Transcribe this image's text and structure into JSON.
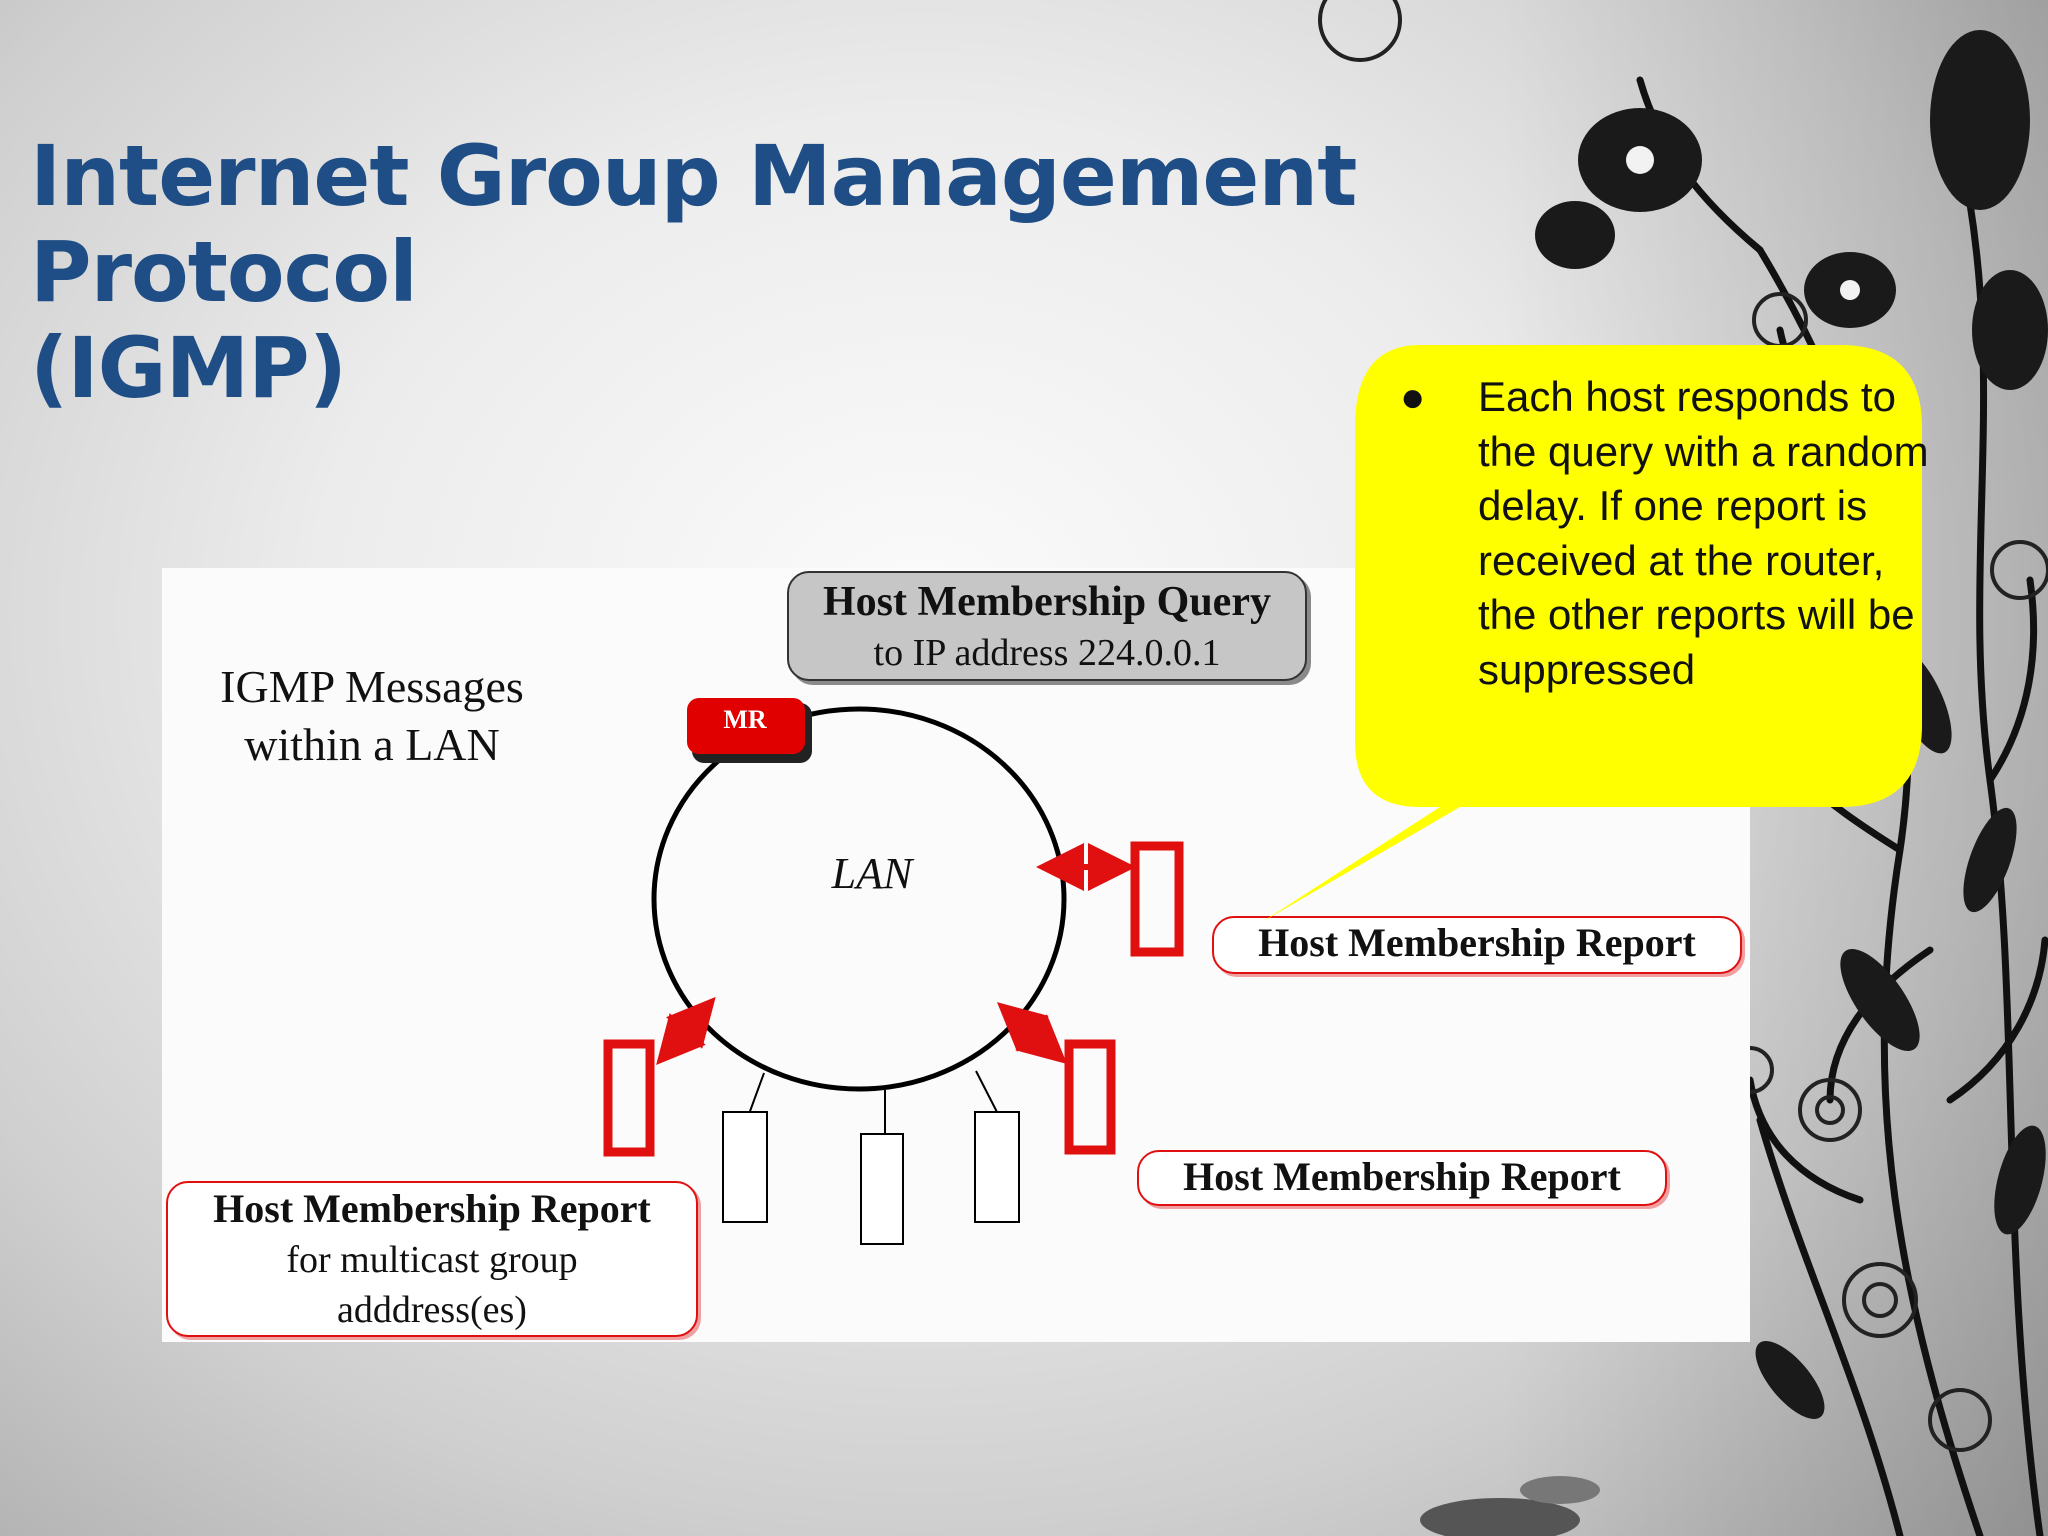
{
  "slide": {
    "title_line1": "Internet Group Management Protocol",
    "title_line2": "(IGMP)"
  },
  "diagram": {
    "panel_title_line1": "IGMP Messages",
    "panel_title_line2": "within a LAN",
    "query_line1": "Host Membership Query",
    "query_line2": "to IP address 224.0.0.1",
    "router_label": "MR",
    "lan_label": "LAN",
    "report_right": "Host Membership Report",
    "report_bottom": "Host Membership Report",
    "report_left_line1": "Host Membership Report",
    "report_left_line2": "for multicast group",
    "report_left_line3": "adddress(es)"
  },
  "callout": {
    "bullet": "●",
    "text": "Each host responds to the query with a random delay. If one report is received at the router, the other reports will be suppressed"
  },
  "colors": {
    "title": "#1f4e86",
    "callout_fill": "#ffff00",
    "report_accent": "#e01010",
    "router_fill": "#e00000"
  }
}
